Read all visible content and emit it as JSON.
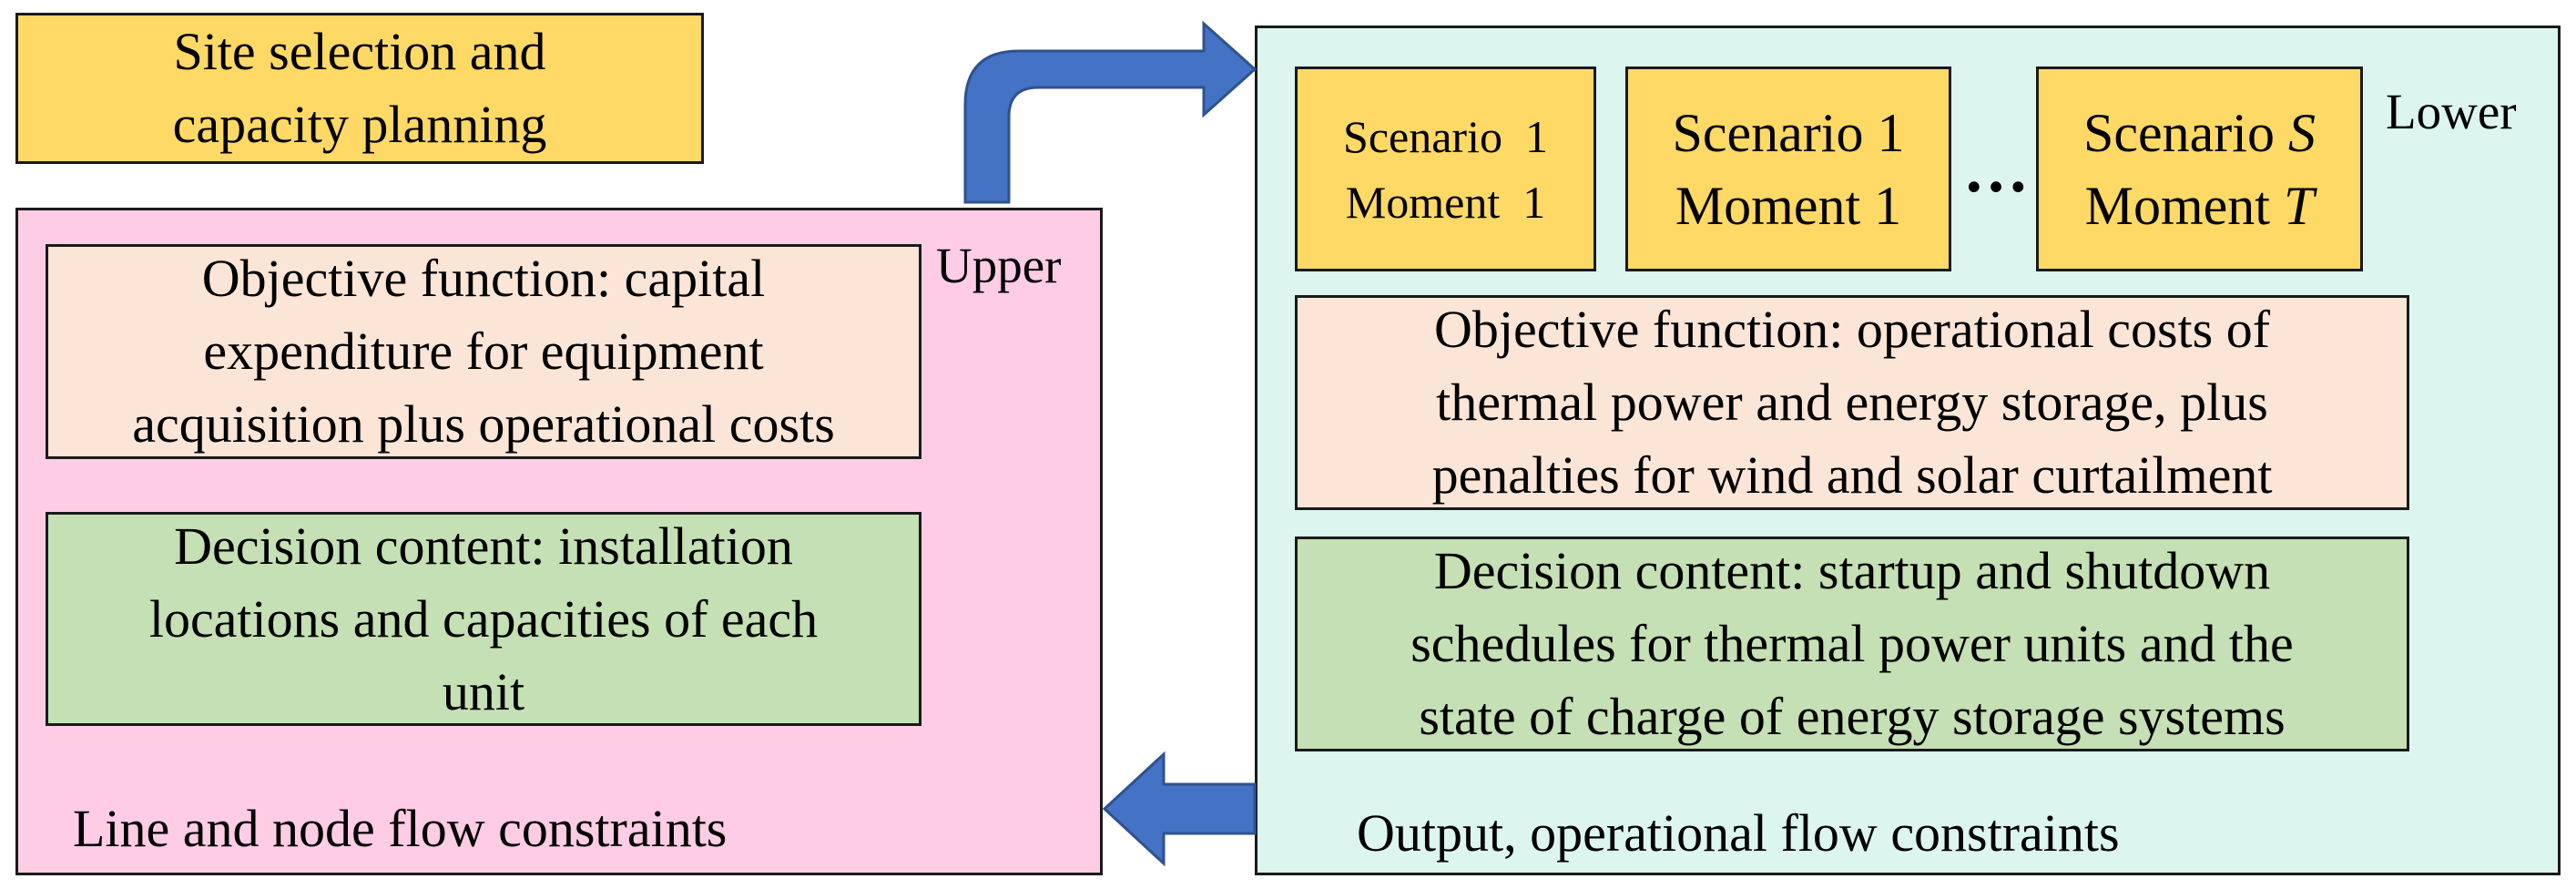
{
  "title_box": {
    "lines": [
      "Site selection and",
      "capacity planning"
    ],
    "color": "#FFD966"
  },
  "upper": {
    "label": "Upper",
    "color": "#FFCCE5",
    "objective": {
      "lines": [
        "Objective function: capital",
        "expenditure for equipment",
        "acquisition plus operational costs"
      ],
      "color": "#FBE5D6"
    },
    "decision": {
      "lines": [
        "Decision content: installation",
        "locations and capacities of each",
        "unit"
      ],
      "color": "#C5E0B4"
    },
    "footer": "Line and node flow constraints"
  },
  "lower": {
    "label": "Lower",
    "color": "#DDF5EF",
    "scenarios": [
      {
        "scenario": "Scenario",
        "scenario_index": "1",
        "moment": "Moment",
        "moment_index": "1"
      },
      {
        "scenario": "Scenario",
        "scenario_index": "1",
        "moment": "Moment",
        "moment_index": "1"
      },
      {
        "scenario": "Scenario",
        "scenario_index": "S",
        "moment": "Moment",
        "moment_index": "T"
      }
    ],
    "ellipsis": "…",
    "scenario_color": "#FFD966",
    "objective": {
      "lines": [
        "Objective function: operational costs of",
        "thermal power and energy storage, plus",
        "penalties for wind and solar curtailment"
      ],
      "color": "#FBE5D6"
    },
    "decision": {
      "lines": [
        "Decision content: startup and shutdown",
        "schedules for thermal power units and the",
        "state of charge of energy storage systems"
      ],
      "color": "#C5E0B4"
    },
    "footer": "Output, operational flow constraints"
  },
  "arrow_color": "#4472C4"
}
